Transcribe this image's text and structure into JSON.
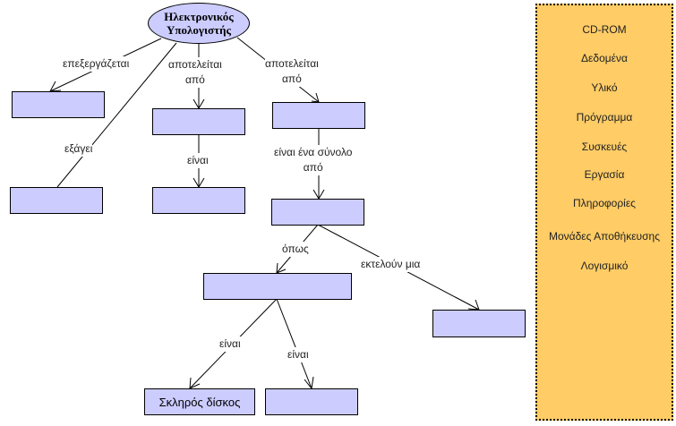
{
  "root": {
    "line1": "Ηλεκτρονικός",
    "line2": "Υπολογιστής"
  },
  "nodes": [
    "",
    "",
    "",
    "",
    "",
    "",
    "",
    "",
    "Σκληρός δίσκος",
    ""
  ],
  "links": {
    "processes": "επεξεργάζεται",
    "outputs": "εξάγει",
    "consists_of_1": "αποτελείται\nαπό",
    "consists_of_2": "αποτελείται\nαπό",
    "is_1": "είναι",
    "is_set_of": "είναι ένα σύνολο\nαπό",
    "such_as": "όπως",
    "perform_a": "εκτελούν μια",
    "is_2": "είναι",
    "is_3": "είναι"
  },
  "word_bank": [
    "CD-ROM",
    "Δεδομένα",
    "Υλικό",
    "Πρόγραμμα",
    "Συσκευές",
    "Εργασία",
    "Πληροφορίες",
    "Μονάδες Αποθήκευσης",
    "Λογισμικό"
  ],
  "colors": {
    "node_fill": "#ccccff",
    "bank_fill": "#ffcc66"
  }
}
